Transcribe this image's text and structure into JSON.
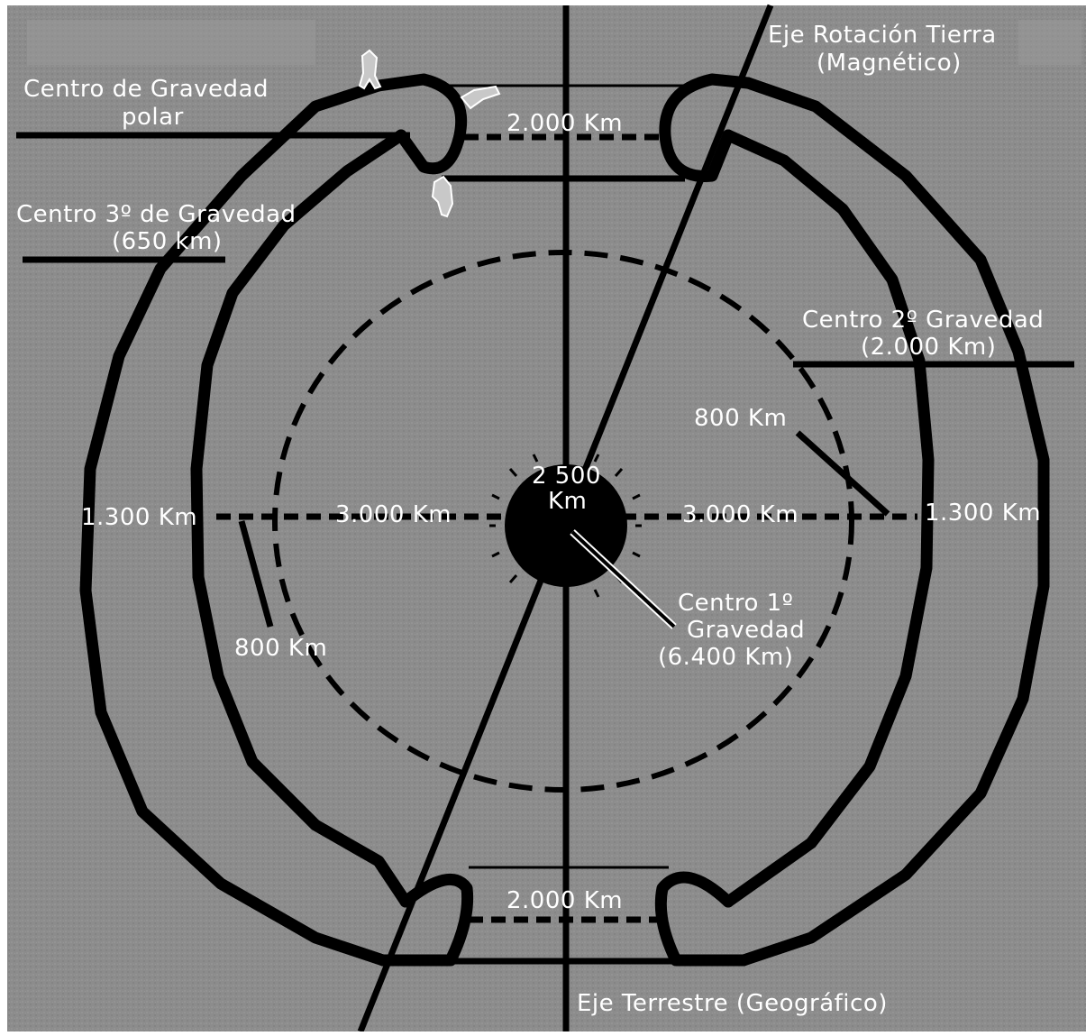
{
  "labels": {
    "polar_gravity_center_line1": "Centro de Gravedad",
    "polar_gravity_center_line2": "polar",
    "third_gravity_center_line1": "Centro 3º de Gravedad",
    "third_gravity_center_line2": "(650 km)",
    "rotation_axis_line1": "Eje Rotación Tierra",
    "rotation_axis_line2": "(Magnético)",
    "second_gravity_center_line1": "Centro 2º Gravedad",
    "second_gravity_center_line2": "(2.000 Km)",
    "first_gravity_center_line1": "Centro 1º",
    "first_gravity_center_line2": "Gravedad",
    "first_gravity_center_line3": "(6.400 Km)",
    "earth_axis": "Eje Terrestre (Geográfico)",
    "top_opening_distance": "2.000 Km",
    "bottom_opening_distance": "2.000 Km",
    "left_shell_thickness": "1.300 Km",
    "right_shell_thickness": "1.300 Km",
    "left_radius": "3.000 Km",
    "right_radius": "3.000 Km",
    "left_inner_distance": "800 Km",
    "right_inner_distance": "800 Km",
    "core_size_line1": "2 500",
    "core_size_line2": "Km"
  },
  "colors": {
    "background": "#8a8a8a",
    "lines": "#000000",
    "text": "#ffffff"
  }
}
